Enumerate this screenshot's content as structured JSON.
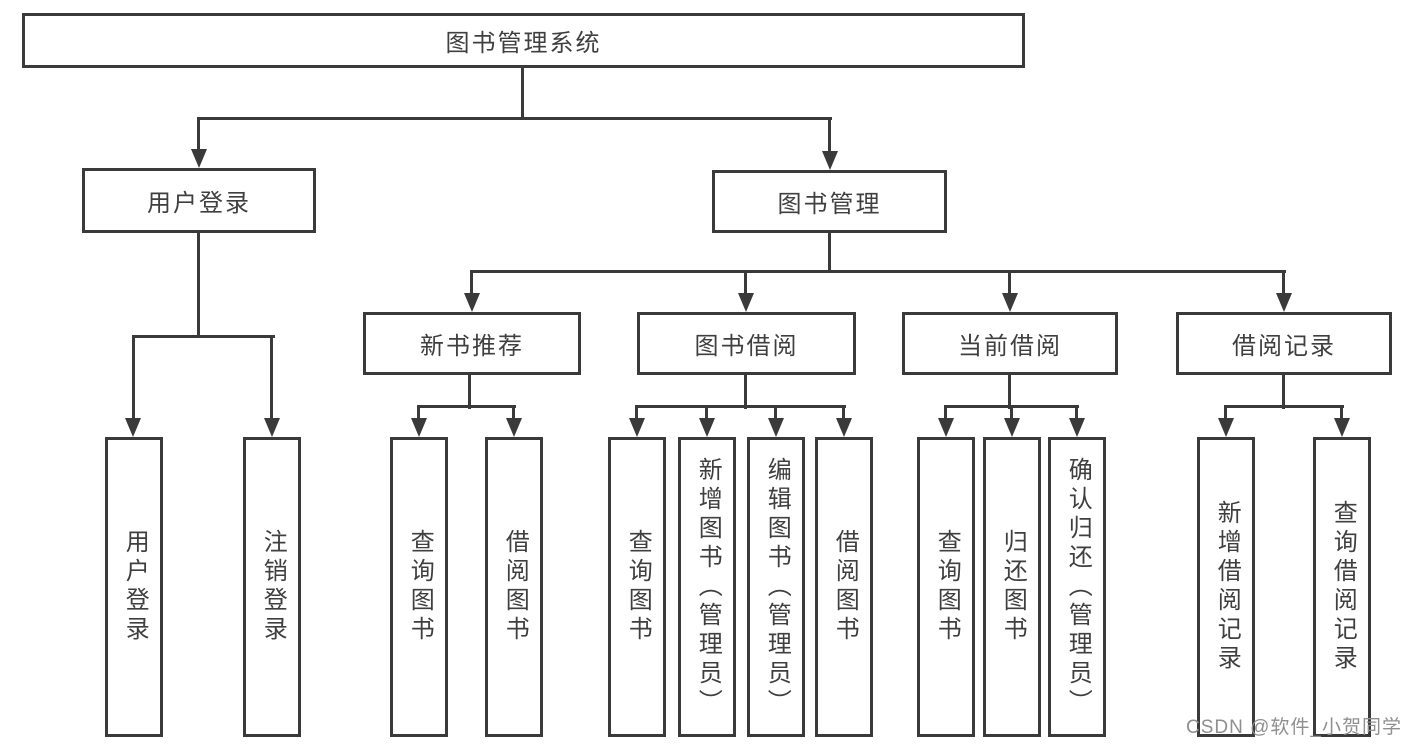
{
  "diagram": {
    "type": "hierarchy-flowchart",
    "root": {
      "label": "图书管理系统"
    },
    "level1": [
      {
        "label": "用户登录",
        "parent": "图书管理系统"
      },
      {
        "label": "图书管理",
        "parent": "图书管理系统"
      }
    ],
    "level2": [
      {
        "label": "新书推荐",
        "parent": "图书管理"
      },
      {
        "label": "图书借阅",
        "parent": "图书管理"
      },
      {
        "label": "当前借阅",
        "parent": "图书管理"
      },
      {
        "label": "借阅记录",
        "parent": "图书管理"
      }
    ],
    "leaves": [
      {
        "label": "用户登录",
        "parent": "用户登录"
      },
      {
        "label": "注销登录",
        "parent": "用户登录"
      },
      {
        "label": "查询图书",
        "parent": "新书推荐"
      },
      {
        "label": "借阅图书",
        "parent": "新书推荐"
      },
      {
        "label": "查询图书",
        "parent": "图书借阅"
      },
      {
        "label": "新增图书（管理员）",
        "parent": "图书借阅"
      },
      {
        "label": "编辑图书（管理员）",
        "parent": "图书借阅"
      },
      {
        "label": "借阅图书",
        "parent": "图书借阅"
      },
      {
        "label": "查询图书",
        "parent": "当前借阅"
      },
      {
        "label": "归还图书",
        "parent": "当前借阅"
      },
      {
        "label": "确认归还（管理员）",
        "parent": "当前借阅"
      },
      {
        "label": "新增借阅记录",
        "parent": "借阅记录"
      },
      {
        "label": "查询借阅记录",
        "parent": "借阅记录"
      }
    ],
    "colors": {
      "line": "#3a3a3a",
      "text": "#3f3f3f",
      "background": "#ffffff",
      "watermark": "#8f8f8f"
    }
  },
  "watermark": {
    "text": "CSDN @软件_小贺同学"
  }
}
